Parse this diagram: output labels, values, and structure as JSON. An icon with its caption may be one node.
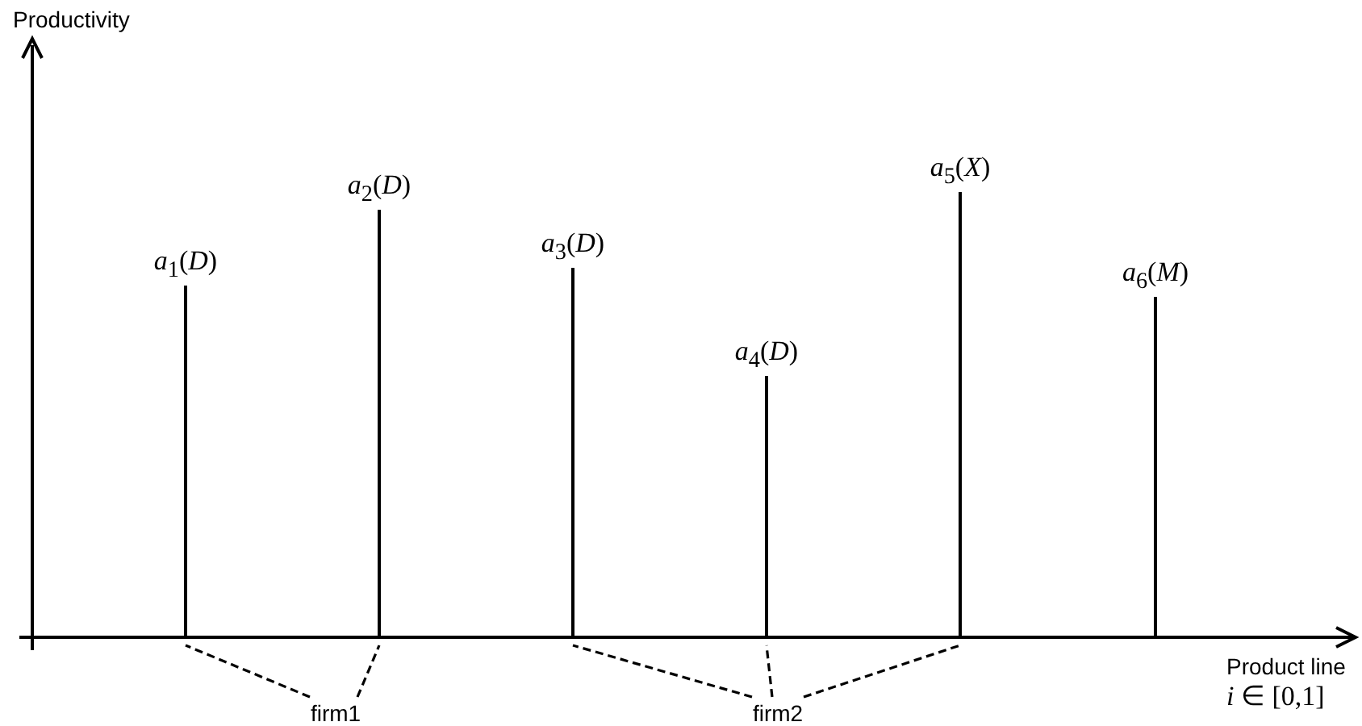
{
  "diagram": {
    "nodes": [
      {
        "text": [
          "*a*$_{1}$(*D*)"
        ]
      },
      {
        "text": [
          "*a*$_{2}$(*D*)"
        ]
      },
      {
        "text": [
          "*a*$_{3}$(*D*)"
        ]
      },
      {
        "text": [
          "*a*$_{4}$(*D*)"
        ]
      },
      {
        "text": [
          "*a*$_{5}$(*X*)"
        ]
      },
      {
        "text": [
          "*a*$_{6}$(*M*)"
        ]
      },
      {
        "text": [
          "firm1"
        ]
      },
      {
        "text": [
          "firm2"
        ]
      }
    ],
    "edges": [
      {
        "from": 6,
        "to": 0,
        "arrow": "none",
        "style": "dashed"
      },
      {
        "from": 6,
        "to": 1,
        "arrow": "none",
        "style": "dashed"
      },
      {
        "from": 7,
        "to": 2,
        "arrow": "none",
        "style": "dashed"
      },
      {
        "from": 7,
        "to": 3,
        "arrow": "none",
        "style": "dashed"
      },
      {
        "from": 7,
        "to": 4,
        "arrow": "none",
        "style": "dashed"
      }
    ],
    "labels": [
      "Productivity",
      "Product line",
      "*i* ∈ [0,1]"
    ]
  }
}
